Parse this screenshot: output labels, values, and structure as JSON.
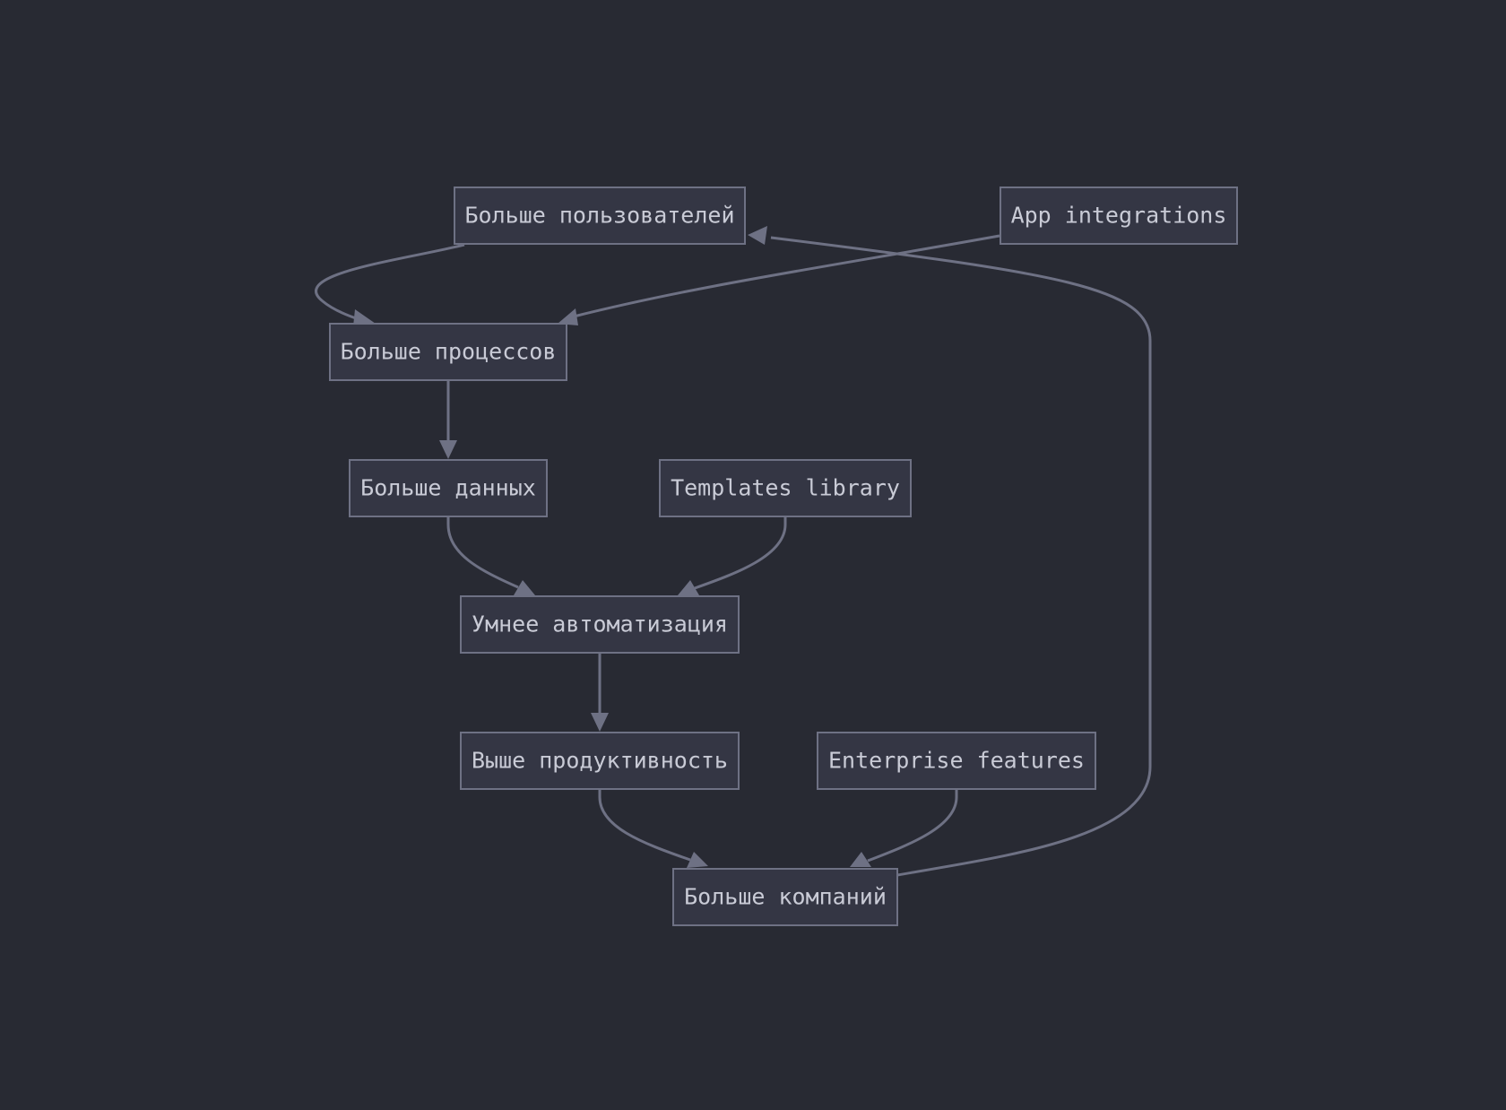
{
  "diagram": {
    "type": "flowchart",
    "colors": {
      "background": "#282a33",
      "node_fill": "#343644",
      "node_stroke": "#6e7184",
      "edge": "#6e7184",
      "text": "#c9cbd6"
    },
    "nodes": {
      "users": "Больше пользователей",
      "app_integrations": "App integrations",
      "processes": "Больше процессов",
      "data": "Больше данных",
      "templates": "Templates library",
      "automation": "Умнее автоматизация",
      "productivity": "Выше продуктивность",
      "enterprise": "Enterprise features",
      "companies": "Больше компаний"
    },
    "edges": [
      {
        "from": "users",
        "to": "processes"
      },
      {
        "from": "app_integrations",
        "to": "processes"
      },
      {
        "from": "processes",
        "to": "data"
      },
      {
        "from": "data",
        "to": "automation"
      },
      {
        "from": "templates",
        "to": "automation"
      },
      {
        "from": "automation",
        "to": "productivity"
      },
      {
        "from": "productivity",
        "to": "companies"
      },
      {
        "from": "enterprise",
        "to": "companies"
      },
      {
        "from": "companies",
        "to": "users"
      }
    ]
  }
}
